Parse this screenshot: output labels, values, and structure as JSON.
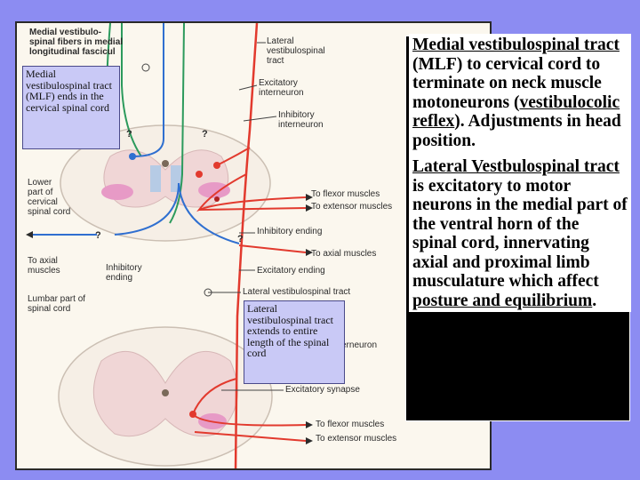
{
  "figure": {
    "labels": {
      "top_left": "Medial vestibulo-\nspinal fibers in medial\nlongitudinal fascicul",
      "lateral_tract": "Lateral\nvestibulospinal\ntract",
      "excitatory_interneuron": "Excitatory\ninterneuron",
      "inhibitory_interneuron": "Inhibitory\ninterneuron",
      "lower_cervical": "Lower\npart of\ncervical\nspinal cord",
      "to_flexor_1": "To flexor muscles",
      "to_extensor_1": "To extensor muscles",
      "inhibitory_ending": "Inhibitory ending",
      "to_axial_1": "To axial muscles",
      "excitatory_ending": "Excitatory ending",
      "to_axial_2": "To axial\nmuscles",
      "inhibitory_ending_left": "Inhibitory\nending",
      "lateral_tract_2": "Lateral vestibulospinal tract",
      "lumbar": "Lumbar part of\nspinal cord",
      "interneuron_partial": "erneuron",
      "excitatory_synapse": "Excitatory synapse",
      "to_flexor_2": "To flexor muscles",
      "to_extensor_2": "To extensor muscles",
      "q": "?"
    },
    "callout_left": "Medial vestibulospinal tract (MLF) ends in the cervical spinal cord",
    "callout_right": "Lateral vestibulospinal tract extends to entire length of the spinal cord"
  },
  "text": {
    "p1_underlined": "Medial vestibulospinal tract",
    "p1_rest_a": " (MLF) to cervical cord to terminate on neck muscle motoneurons (",
    "p1_underlined_2": "vestibulocolic reflex",
    "p1_rest_b": "). Adjustments in head position.",
    "p2_underlined": "Lateral Vestbulospinal tract",
    "p2_rest_a": " is excitatory to motor neurons in the medial part of the ventral horn of the spinal cord, innervating axial and proximal limb musculature which affect ",
    "p2_underlined_2": "posture and equilibrium",
    "p2_rest_b": "."
  },
  "colors": {
    "background": "#8c8cf2",
    "medial_tract": "#2c9a5c",
    "lateral_tract": "#e23a2e",
    "inhibitory": "#2f6fd0",
    "gray_matter": "#f0d6d6",
    "callout": "#c9c9f6"
  }
}
